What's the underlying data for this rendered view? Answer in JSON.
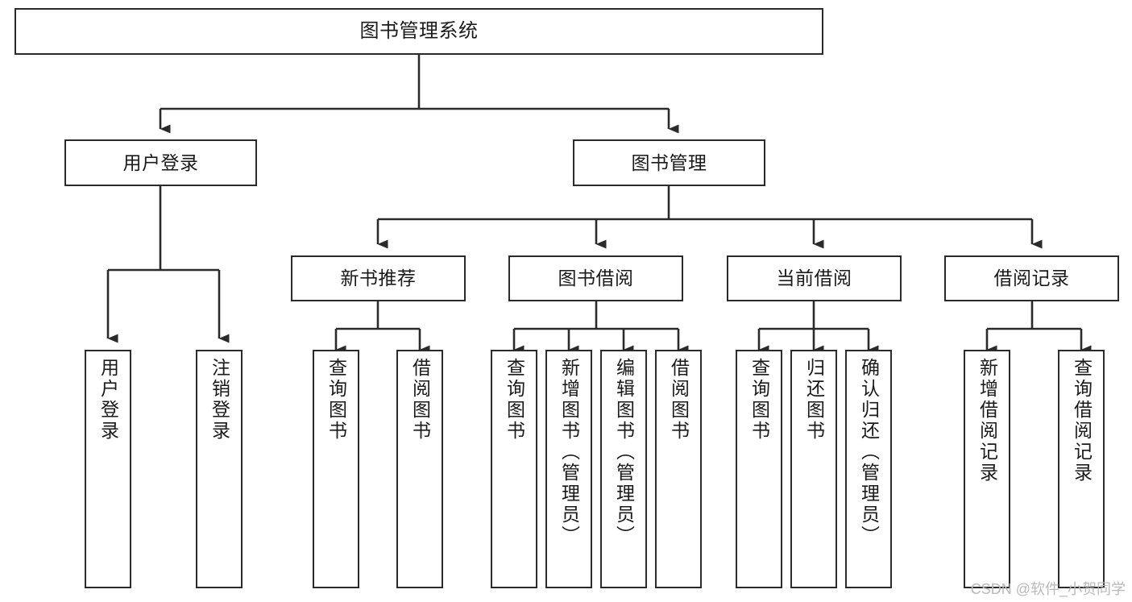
{
  "diagram": {
    "title": "图书管理系统",
    "type": "tree-hierarchy",
    "watermark": "CSDN @软件_小贺同学",
    "colors": {
      "node_border": "#2b2b2b",
      "node_fill": "#ffffff",
      "edge": "#2b2b2b",
      "text": "#1a1a1a",
      "watermark": "#b9b9b9",
      "background": "#ffffff"
    },
    "nodes": {
      "root": {
        "label": "图书管理系统"
      },
      "level2": [
        {
          "id": "user-login",
          "label": "用户登录"
        },
        {
          "id": "book-manage",
          "label": "图书管理"
        }
      ],
      "level3": [
        {
          "id": "new-book-recommend",
          "label": "新书推荐"
        },
        {
          "id": "book-borrow",
          "label": "图书借阅"
        },
        {
          "id": "current-borrow",
          "label": "当前借阅"
        },
        {
          "id": "borrow-record",
          "label": "借阅记录"
        }
      ],
      "leaves": {
        "user-login": [
          {
            "id": "leaf-user-login",
            "label": "用户登录"
          },
          {
            "id": "leaf-user-logout",
            "label": "注销登录"
          }
        ],
        "new-book-recommend": [
          {
            "id": "leaf-query-book-1",
            "label": "查询图书"
          },
          {
            "id": "leaf-borrow-book-1",
            "label": "借阅图书"
          }
        ],
        "book-borrow": [
          {
            "id": "leaf-query-book-2",
            "label": "查询图书"
          },
          {
            "id": "leaf-add-book",
            "label": "新增图书（管理员）"
          },
          {
            "id": "leaf-edit-book",
            "label": "编辑图书（管理员）"
          },
          {
            "id": "leaf-borrow-book-2",
            "label": "借阅图书"
          }
        ],
        "current-borrow": [
          {
            "id": "leaf-query-book-3",
            "label": "查询图书"
          },
          {
            "id": "leaf-return-book",
            "label": "归还图书"
          },
          {
            "id": "leaf-confirm-return",
            "label": "确认归还（管理员）"
          }
        ],
        "borrow-record": [
          {
            "id": "leaf-add-record",
            "label": "新增借阅记录"
          },
          {
            "id": "leaf-query-record",
            "label": "查询借阅记录"
          }
        ]
      }
    }
  }
}
